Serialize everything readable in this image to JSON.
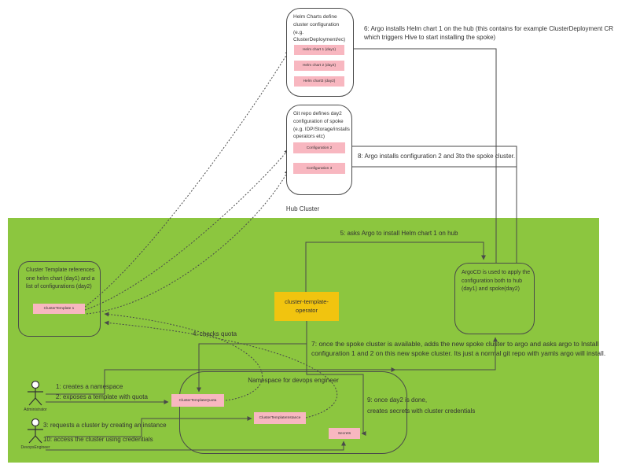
{
  "colors": {
    "region_green": "#8CC63F",
    "node_pink": "#F8B7C0",
    "operator_yellow": "#F1C40F",
    "line_gray": "#4A4A4A",
    "text_dark": "#333333"
  },
  "hub": {
    "label": "Hub Cluster",
    "helm_box": {
      "text": "Helm Charts define cluster configuration (e.g. ClusterDeployment/ec)",
      "items": [
        "Helm chart 1 (day1)",
        "Helm chart 2 (day2)",
        "Helm chart3 (day2)"
      ]
    },
    "git_box": {
      "text": "Git repo defines day2 configuration of spoke (e.g. IDP/Storage/installs operators etc)",
      "items": [
        "Configuration 2",
        "Configuration 3"
      ]
    }
  },
  "cluster": {
    "template_box": {
      "text": "Cluster Template references one helm chart (day1) and a list of configurations (day2)",
      "item": "ClusterTemplate 1"
    },
    "operator_label": "cluster-template-operator",
    "argocd_text": "ArgoCD is used to apply the configuration both to hub (day1) and spoke(day2)",
    "namespace": {
      "label": "Namespace for devops engineer",
      "quota": "ClusterTemplateQuota",
      "instance": "ClusterTemplateInstance",
      "secrets": "Secrets"
    },
    "actors": {
      "admin": "Administrator",
      "devops": "DevopsEngineer"
    }
  },
  "steps": {
    "s1": "1: creates a namespace",
    "s2": "2: exposes a template with quota",
    "s3": "3: requests a cluster by creating an instance",
    "s4": "4: checks quota",
    "s5": "5: asks Argo to install Helm chart 1 on hub",
    "s6": "6: Argo installs Helm chart 1 on the hub (this contains for example ClusterDeployment CR which triggers Hive to start installing the spoke)",
    "s7": "7: once the spoke cluster is available, adds the new spoke cluster to argo and asks argo to Install configuration 1 and 2 on this new spoke cluster. Its just a normal git repo with yamls argo will install.",
    "s8": "8: Argo installs configuration 2 and 3to the spoke cluster.",
    "s9a": "9: once day2 is done,",
    "s9b": "creates secrets with cluster credentials",
    "s10": "10: access the cluster using credentials"
  }
}
